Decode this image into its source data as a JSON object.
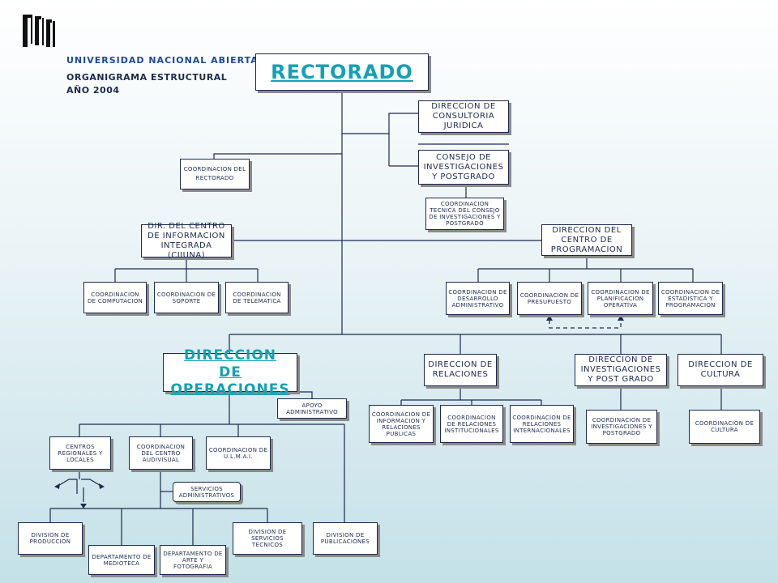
{
  "header": {
    "university": "UNIVERSIDAD NACIONAL ABIERTA",
    "subtitle_line1": "ORGANIGRAMA ESTRUCTURAL",
    "subtitle_line2": "AÑO 2004"
  },
  "nodes": {
    "rectorado": "RECTORADO",
    "consultoria": "DIRECCION DE CONSULTORIA JURIDICA",
    "consejo": "CONSEJO DE INVESTIGACIONES Y POSTGRADO",
    "coord_rectorado": "COORDINACION DEL RECTORADO",
    "coord_tecnica": "COORDINACION TECNICA DEL CONSEJO DE INVESTIGACIONES Y POSTGRADO",
    "ciiuna": "DIR. DEL CENTRO DE INFORMACION INTEGRADA (CIIUNA)",
    "programacion": "DIRECCION DEL CENTRO DE PROGRAMACION",
    "coord_computacion": "COORDINACION DE COMPUTACION",
    "coord_soporte": "COORDINACION DE SOPORTE",
    "coord_telematica": "COORDINACION DE TELEMATICA",
    "coord_desarrollo": "COORDINACION DE DESARROLLO ADMINISTRATIVO",
    "coord_presupuesto": "COORDINACION DE PRESUPUESTO",
    "coord_planificacion": "COORDINACION DE PLANIFICACION OPERATIVA",
    "coord_estadistica": "COORDINACION DE ESTADISTICA Y PROGRAMACION",
    "operaciones": "DIRECCION DE OPERACIONES",
    "relaciones": "DIRECCION DE RELACIONES",
    "investigaciones": "DIRECCION DE INVESTIGACIONES Y POST GRADO",
    "cultura": "DIRECCION DE CULTURA",
    "apoyo": "APOYO ADMINISTRATIVO",
    "coord_info_publicas": "COORDINACION DE INFORMACION Y RELACIONES PUBLICAS",
    "coord_rel_inst": "COORDINACION DE RELACIONES INSTITUCIONALES",
    "coord_rel_int": "COORDINACION DE RELACIONES INTERNACIONALES",
    "coord_inv_postgrado": "COORDINACION DE INVESTIGACIONES Y POSTGRADO",
    "coord_cultura": "COORDINACION DE CULTURA",
    "centros_regionales": "CENTROS REGIONALES Y LOCALES",
    "coord_audiovisual": "COORDINACION DEL CENTRO AUDIVISUAL",
    "coord_ulmai": "COORDINACION DE U.L.M.A.I.",
    "servicios_admin": "SERVICIOS ADMINISTRATIVOS",
    "div_produccion": "DIVISION DE PRODUCCION",
    "dep_mediateca": "DEPARTAMENTO DE MEDIOTECA",
    "dep_arte": "DEPARTAMENTO DE ARTE Y FOTOGRAFIA",
    "div_servicios_tecnicos": "DIVISION DE SERVICIOS TECNICOS",
    "div_publicaciones": "DIVISION DE PUBLICACIONES"
  },
  "colors": {
    "line": "#1d2a4d",
    "accent": "#12a1b5",
    "box_border": "#1d2a4d",
    "logo": "#111111"
  }
}
